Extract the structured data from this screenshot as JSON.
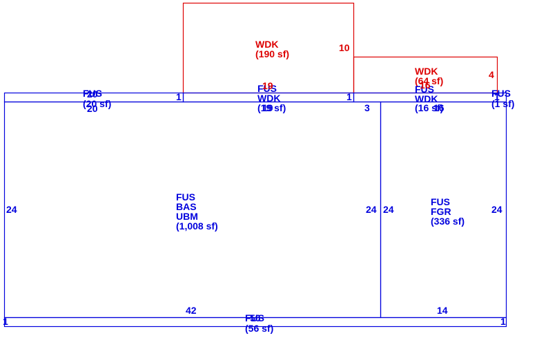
{
  "colors": {
    "blue": "#0000dd",
    "red": "#dd0000",
    "background": "#ffffff"
  },
  "areas": [
    {
      "id": "fus-bas-ubm",
      "lines": [
        "FUS",
        "BAS",
        "UBM",
        "(1,008 sf)"
      ],
      "color": "blue"
    },
    {
      "id": "fus-fgr",
      "lines": [
        "FUS",
        "FGR",
        "(336 sf)"
      ],
      "color": "blue"
    },
    {
      "id": "wdk-190",
      "lines": [
        "WDK",
        "(190 sf)"
      ],
      "color": "red"
    },
    {
      "id": "wdk-64",
      "lines": [
        "WDK",
        "(64 sf)"
      ],
      "color": "red"
    },
    {
      "id": "fus-20",
      "lines": [
        "FUS",
        "(20 sf)"
      ],
      "color": "blue"
    },
    {
      "id": "fus-wdk-19",
      "lines": [
        "FUS",
        "WDK",
        "(19 sf)"
      ],
      "color": "blue"
    },
    {
      "id": "fus-wdk-16",
      "lines": [
        "FUS",
        "WDK",
        "(16 sf)"
      ],
      "color": "blue"
    },
    {
      "id": "fus-1",
      "lines": [
        "FUS",
        "(1 sf)"
      ],
      "color": "blue"
    },
    {
      "id": "fus-56",
      "lines": [
        "FUS",
        "(56 sf)"
      ],
      "color": "blue"
    }
  ],
  "dimensions": [
    {
      "id": "dim-left-24",
      "text": "24",
      "color": "blue"
    },
    {
      "id": "dim-mid-24-a",
      "text": "24",
      "color": "blue"
    },
    {
      "id": "dim-mid-24-b",
      "text": "24",
      "color": "blue"
    },
    {
      "id": "dim-right-24",
      "text": "24",
      "color": "blue"
    },
    {
      "id": "dim-bottom-42",
      "text": "42",
      "color": "blue"
    },
    {
      "id": "dim-bottom-14",
      "text": "14",
      "color": "blue"
    },
    {
      "id": "dim-top-20-a",
      "text": "20",
      "color": "blue"
    },
    {
      "id": "dim-top-20-b",
      "text": "20",
      "color": "blue"
    },
    {
      "id": "dim-19-a",
      "text": "19",
      "color": "blue"
    },
    {
      "id": "dim-19-b",
      "text": "19",
      "color": "red"
    },
    {
      "id": "dim-3",
      "text": "3",
      "color": "blue"
    },
    {
      "id": "dim-1-a",
      "text": "1",
      "color": "blue"
    },
    {
      "id": "dim-1-b",
      "text": "1",
      "color": "blue"
    },
    {
      "id": "dim-1-c",
      "text": "1",
      "color": "blue"
    },
    {
      "id": "dim-1-d",
      "text": "1",
      "color": "blue"
    },
    {
      "id": "dim-1-e",
      "text": "1",
      "color": "blue"
    },
    {
      "id": "dim-10",
      "text": "10",
      "color": "red"
    },
    {
      "id": "dim-4",
      "text": "4",
      "color": "red"
    },
    {
      "id": "dim-16-a",
      "text": "16",
      "color": "red"
    },
    {
      "id": "dim-16-b",
      "text": "16",
      "color": "blue"
    },
    {
      "id": "dim-56",
      "text": "56",
      "color": "blue"
    }
  ]
}
